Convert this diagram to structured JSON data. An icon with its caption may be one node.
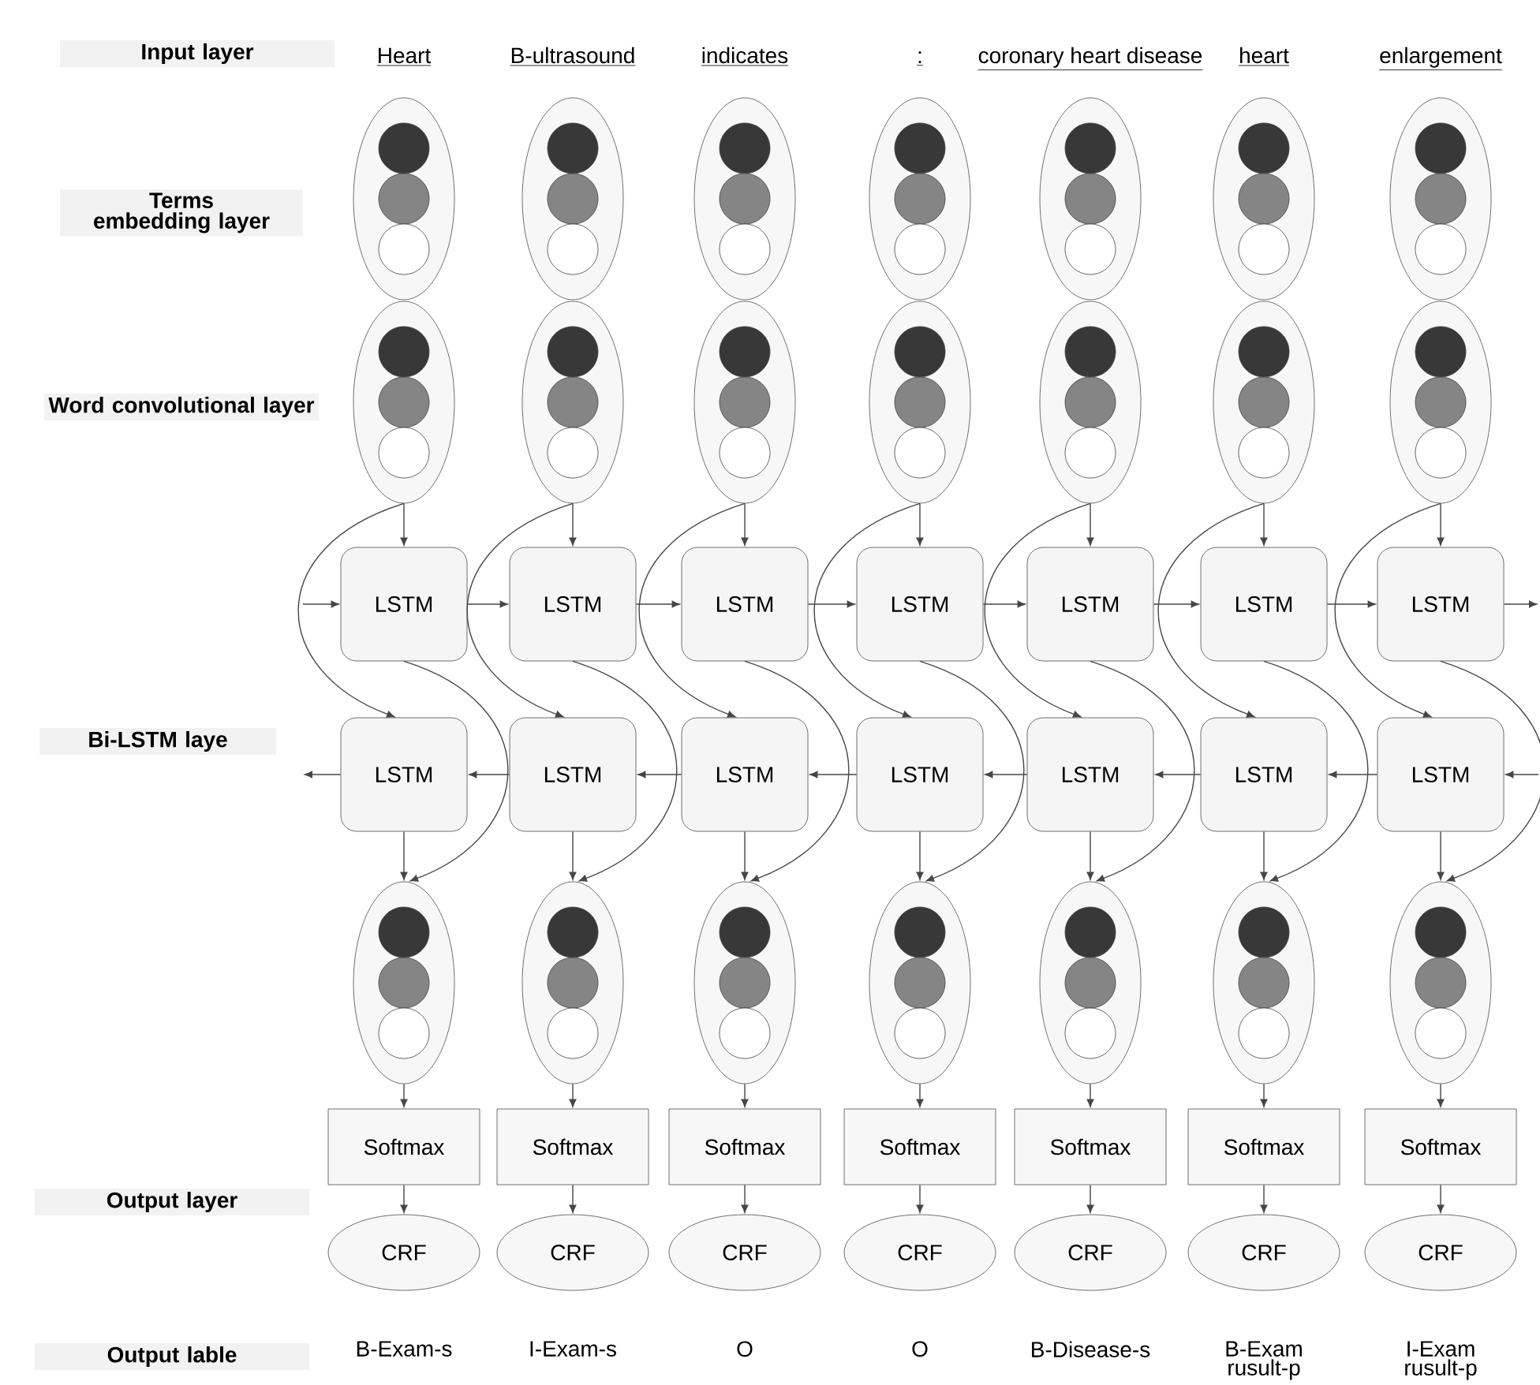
{
  "diagram": {
    "nodes": [
      {
        "text": [
          "Input layer"
        ]
      },
      {
        "text": [
          "Terms embedding layer"
        ]
      },
      {
        "text": [
          "Word convolutional layer"
        ]
      },
      {
        "text": [
          "Bi-LSTM laye"
        ]
      },
      {
        "text": [
          "Output layer"
        ]
      },
      {
        "text": [
          "Output lable"
        ]
      },
      {
        "text": [],
        "shape": "ellipse"
      },
      {
        "text": [],
        "shape": "ellipse"
      },
      {
        "text": [],
        "shape": "ellipse"
      },
      {
        "text": [],
        "shape": "ellipse"
      },
      {
        "text": [],
        "shape": "ellipse"
      },
      {
        "text": [],
        "shape": "ellipse"
      },
      {
        "text": [],
        "shape": "ellipse"
      },
      {
        "text": [],
        "shape": "ellipse"
      },
      {
        "text": [],
        "shape": "ellipse"
      },
      {
        "text": [],
        "shape": "ellipse"
      },
      {
        "text": [],
        "shape": "ellipse"
      },
      {
        "text": [],
        "shape": "ellipse"
      },
      {
        "text": [],
        "shape": "ellipse"
      },
      {
        "text": [],
        "shape": "ellipse"
      },
      {
        "text": [
          "LSTM"
        ]
      },
      {
        "text": [
          "LSTM"
        ]
      },
      {
        "text": [
          "LSTM"
        ]
      },
      {
        "text": [
          "LSTM"
        ]
      },
      {
        "text": [
          "LSTM"
        ]
      },
      {
        "text": [
          "LSTM"
        ]
      },
      {
        "text": [
          "LSTM"
        ]
      },
      {
        "text": [
          "LSTM"
        ]
      },
      {
        "text": [
          "LSTM"
        ]
      },
      {
        "text": [
          "LSTM"
        ]
      },
      {
        "text": [
          "LSTM"
        ]
      },
      {
        "text": [
          "LSTM"
        ]
      },
      {
        "text": [
          "LSTM"
        ]
      },
      {
        "text": [
          "LSTM"
        ]
      },
      {
        "text": [],
        "shape": "ellipse"
      },
      {
        "text": [],
        "shape": "ellipse"
      },
      {
        "text": [],
        "shape": "ellipse"
      },
      {
        "text": [],
        "shape": "ellipse"
      },
      {
        "text": [],
        "shape": "ellipse"
      },
      {
        "text": [],
        "shape": "ellipse"
      },
      {
        "text": [],
        "shape": "ellipse"
      },
      {
        "text": [
          "Softmax"
        ]
      },
      {
        "text": [
          "Softmax"
        ]
      },
      {
        "text": [
          "Softmax"
        ]
      },
      {
        "text": [
          "Softmax"
        ]
      },
      {
        "text": [
          "Softmax"
        ]
      },
      {
        "text": [
          "Softmax"
        ]
      },
      {
        "text": [
          "Softmax"
        ]
      },
      {
        "text": [
          "CRF"
        ]
      },
      {
        "text": [
          "CRF"
        ]
      },
      {
        "text": [
          "CRF"
        ]
      },
      {
        "text": [
          "CRF"
        ]
      },
      {
        "text": [
          "CRF"
        ]
      },
      {
        "text": [
          "CRF"
        ]
      },
      {
        "text": [
          "CRF"
        ]
      }
    ],
    "edges": [
      {
        "from": 13,
        "to": 20,
        "arrow": "to"
      },
      {
        "from": 14,
        "to": 21,
        "arrow": "to"
      },
      {
        "from": 15,
        "to": 22,
        "arrow": "to"
      },
      {
        "from": 16,
        "to": 23,
        "arrow": "to"
      },
      {
        "from": 17,
        "to": 24,
        "arrow": "to"
      },
      {
        "from": 18,
        "to": 25,
        "arrow": "to"
      },
      {
        "from": 19,
        "to": 26,
        "arrow": "to"
      },
      {
        "from": 13,
        "to": 27,
        "arrow": "to"
      },
      {
        "from": 14,
        "to": 28,
        "arrow": "to"
      },
      {
        "from": 15,
        "to": 29,
        "arrow": "to"
      },
      {
        "from": 16,
        "to": 30,
        "arrow": "to"
      },
      {
        "from": 17,
        "to": 31,
        "arrow": "to"
      },
      {
        "from": 18,
        "to": 32,
        "arrow": "to"
      },
      {
        "from": 19,
        "to": 33,
        "arrow": "to"
      },
      {
        "from": null,
        "to": 20,
        "arrow": "to"
      },
      {
        "from": 20,
        "to": 21,
        "arrow": "to"
      },
      {
        "from": 21,
        "to": 22,
        "arrow": "to"
      },
      {
        "from": 22,
        "to": 23,
        "arrow": "to"
      },
      {
        "from": 23,
        "to": 24,
        "arrow": "to"
      },
      {
        "from": 24,
        "to": 25,
        "arrow": "to"
      },
      {
        "from": 25,
        "to": 26,
        "arrow": "to"
      },
      {
        "from": 26,
        "to": null,
        "arrow": "to"
      },
      {
        "from": null,
        "to": 33,
        "arrow": "to"
      },
      {
        "from": 33,
        "to": 32,
        "arrow": "to"
      },
      {
        "from": 32,
        "to": 31,
        "arrow": "to"
      },
      {
        "from": 31,
        "to": 30,
        "arrow": "to"
      },
      {
        "from": 30,
        "to": 29,
        "arrow": "to"
      },
      {
        "from": 29,
        "to": 28,
        "arrow": "to"
      },
      {
        "from": 28,
        "to": 27,
        "arrow": "to"
      },
      {
        "from": 27,
        "to": null,
        "arrow": "to"
      },
      {
        "from": 20,
        "to": 34,
        "arrow": "to"
      },
      {
        "from": 21,
        "to": 35,
        "arrow": "to"
      },
      {
        "from": 22,
        "to": 36,
        "arrow": "to"
      },
      {
        "from": 23,
        "to": 37,
        "arrow": "to"
      },
      {
        "from": 24,
        "to": 38,
        "arrow": "to"
      },
      {
        "from": 25,
        "to": 39,
        "arrow": "to"
      },
      {
        "from": 26,
        "to": 40,
        "arrow": "to"
      },
      {
        "from": 27,
        "to": 34,
        "arrow": "to"
      },
      {
        "from": 28,
        "to": 35,
        "arrow": "to"
      },
      {
        "from": 29,
        "to": 36,
        "arrow": "to"
      },
      {
        "from": 30,
        "to": 37,
        "arrow": "to"
      },
      {
        "from": 31,
        "to": 38,
        "arrow": "to"
      },
      {
        "from": 32,
        "to": 39,
        "arrow": "to"
      },
      {
        "from": 33,
        "to": 40,
        "arrow": "to"
      },
      {
        "from": 34,
        "to": 41,
        "arrow": "to"
      },
      {
        "from": 35,
        "to": 42,
        "arrow": "to"
      },
      {
        "from": 36,
        "to": 43,
        "arrow": "to"
      },
      {
        "from": 37,
        "to": 44,
        "arrow": "to"
      },
      {
        "from": 38,
        "to": 45,
        "arrow": "to"
      },
      {
        "from": 39,
        "to": 46,
        "arrow": "to"
      },
      {
        "from": 40,
        "to": 47,
        "arrow": "to"
      },
      {
        "from": 41,
        "to": 48,
        "arrow": "to"
      },
      {
        "from": 42,
        "to": 49,
        "arrow": "to"
      },
      {
        "from": 43,
        "to": 50,
        "arrow": "to"
      },
      {
        "from": 44,
        "to": 51,
        "arrow": "to"
      },
      {
        "from": 45,
        "to": 52,
        "arrow": "to"
      },
      {
        "from": 46,
        "to": 53,
        "arrow": "to"
      },
      {
        "from": 47,
        "to": 54,
        "arrow": "to"
      }
    ],
    "labels": [
      "Heart",
      "B-ultrasound",
      "indicates",
      ":",
      "coronary heart disease",
      "heart",
      "enlargement",
      "B-Exam-s",
      "I-Exam-s",
      "O",
      "O",
      "B-Disease-s",
      "B-Exam rusult-p",
      "I-Exam rusult-p"
    ]
  }
}
